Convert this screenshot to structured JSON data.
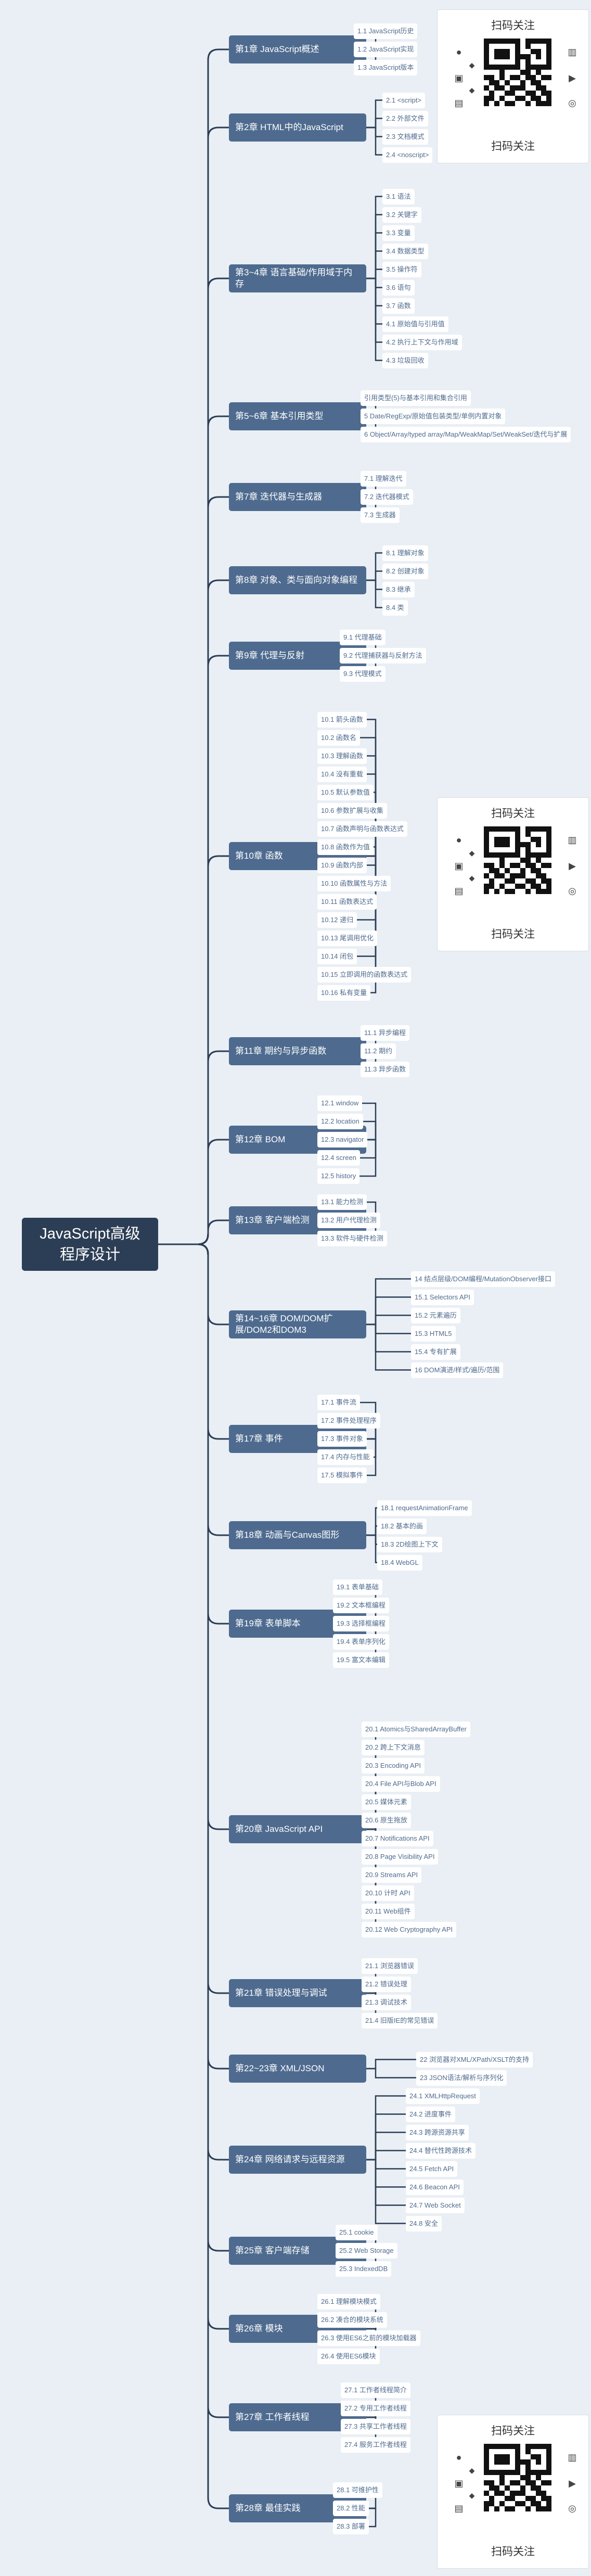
{
  "root": {
    "title": "JavaScript高级程序设计"
  },
  "panels": {
    "title_top": "扫码关注",
    "title_bottom": "扫码关注"
  },
  "chapters": [
    {
      "title": "第1章 JavaScript概述",
      "items": [
        "1.1 JavaScript历史",
        "1.2 JavaScript实现",
        "1.3 JavaScript版本"
      ]
    },
    {
      "title": "第2章 HTML中的JavaScript",
      "items": [
        "2.1 <script>",
        "2.2 外部文件",
        "2.3 文档模式",
        "2.4 <noscript>"
      ]
    },
    {
      "title": "第3~4章 语言基础/作用域于内存",
      "items": [
        "3.1 语法",
        "3.2 关键字",
        "3.3 变量",
        "3.4 数据类型",
        "3.5 操作符",
        "3.6 语句",
        "3.7 函数",
        "4.1 原始值与引用值",
        "4.2 执行上下文与作用域",
        "4.3 垃圾回收"
      ]
    },
    {
      "title": "第5~6章 基本引用类型",
      "items": [
        "引用类型(5)与基本引用和集合引用",
        "5 Date/RegExp/原始值包装类型/单例内置对象",
        "6 Object/Array/typed array/Map/WeakMap/Set/WeakSet/迭代与扩展"
      ]
    },
    {
      "title": "第7章 迭代器与生成器",
      "items": [
        "7.1 理解迭代",
        "7.2 迭代器模式",
        "7.3 生成器"
      ]
    },
    {
      "title": "第8章 对象、类与面向对象编程",
      "items": [
        "8.1 理解对象",
        "8.2 创建对象",
        "8.3 继承",
        "8.4 类"
      ]
    },
    {
      "title": "第9章 代理与反射",
      "items": [
        "9.1 代理基础",
        "9.2 代理捕获器与反射方法",
        "9.3 代理模式"
      ]
    },
    {
      "title": "第10章 函数",
      "items": [
        "10.1 箭头函数",
        "10.2 函数名",
        "10.3 理解函数",
        "10.4 没有重载",
        "10.5 默认参数值",
        "10.6 参数扩展与收集",
        "10.7 函数声明与函数表达式",
        "10.8 函数作为值",
        "10.9 函数内部",
        "10.10 函数属性与方法",
        "10.11 函数表达式",
        "10.12 递归",
        "10.13 尾调用优化",
        "10.14 闭包",
        "10.15 立即调用的函数表达式",
        "10.16 私有变量"
      ]
    },
    {
      "title": "第11章 期约与异步函数",
      "items": [
        "11.1 异步编程",
        "11.2 期约",
        "11.3 异步函数"
      ]
    },
    {
      "title": "第12章 BOM",
      "items": [
        "12.1 window",
        "12.2 location",
        "12.3 navigator",
        "12.4 screen",
        "12.5 history"
      ]
    },
    {
      "title": "第13章 客户端检测",
      "items": [
        "13.1 能力检测",
        "13.2 用户代理检测",
        "13.3 软件与硬件检测"
      ]
    },
    {
      "title": "第14~16章 DOM/DOM扩展/DOM2和DOM3",
      "items": [
        "14 结点层级/DOM编程/MutationObserver接口",
        "15.1 Selectors API",
        "15.2 元素遍历",
        "15.3 HTML5",
        "15.4 专有扩展",
        "16 DOM演进/样式/遍历/范围"
      ]
    },
    {
      "title": "第17章 事件",
      "items": [
        "17.1 事件流",
        "17.2 事件处理程序",
        "17.3 事件对象",
        "17.4 内存与性能",
        "17.5 模拟事件"
      ]
    },
    {
      "title": "第18章 动画与Canvas图形",
      "items": [
        "18.1 requestAnimationFrame",
        "18.2 基本的画",
        "18.3 2D绘图上下文",
        "18.4 WebGL"
      ]
    },
    {
      "title": "第19章 表单脚本",
      "items": [
        "19.1 表单基础",
        "19.2 文本框编程",
        "19.3 选择框编程",
        "19.4 表单序列化",
        "19.5 富文本编辑"
      ]
    },
    {
      "title": "第20章 JavaScript API",
      "items": [
        "20.1 Atomics与SharedArrayBuffer",
        "20.2 跨上下文消息",
        "20.3 Encoding API",
        "20.4 File API与Blob API",
        "20.5 媒体元素",
        "20.6 原生拖放",
        "20.7 Notifications API",
        "20.8 Page Visibility API",
        "20.9 Streams API",
        "20.10 计时 API",
        "20.11 Web组件",
        "20.12 Web Cryptography API"
      ]
    },
    {
      "title": "第21章 错误处理与调试",
      "items": [
        "21.1 浏览器错误",
        "21.2 错误处理",
        "21.3 调试技术",
        "21.4 旧版IE的常见错误"
      ]
    },
    {
      "title": "第22~23章 XML/JSON",
      "items": [
        "22 浏览器对XML/XPath/XSLT的支持",
        "23 JSON语法/解析与序列化"
      ]
    },
    {
      "title": "第24章 网络请求与远程资源",
      "items": [
        "24.1 XMLHttpRequest",
        "24.2 进度事件",
        "24.3 跨源资源共享",
        "24.4 替代性跨源技术",
        "24.5 Fetch API",
        "24.6 Beacon API",
        "24.7 Web Socket",
        "24.8 安全"
      ]
    },
    {
      "title": "第25章 客户端存储",
      "items": [
        "25.1 cookie",
        "25.2 Web Storage",
        "25.3 IndexedDB"
      ]
    },
    {
      "title": "第26章 模块",
      "items": [
        "26.1 理解模块模式",
        "26.2 凑合的模块系统",
        "26.3 使用ES6之前的模块加载器",
        "26.4 使用ES6模块"
      ]
    },
    {
      "title": "第27章 工作者线程",
      "items": [
        "27.1 工作者线程简介",
        "27.2 专用工作者线程",
        "27.3 共享工作者线程",
        "27.4 服务工作者线程"
      ]
    },
    {
      "title": "第28章 最佳实践",
      "items": [
        "28.1 可维护性",
        "28.2 性能",
        "28.3 部署"
      ]
    }
  ]
}
